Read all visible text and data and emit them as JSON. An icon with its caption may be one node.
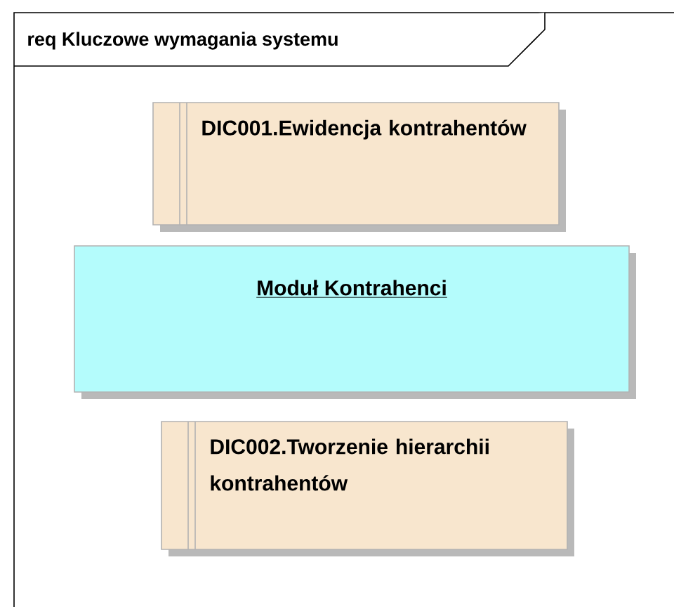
{
  "diagram": {
    "title": "req Kluczowe wymagania systemu",
    "nodes": [
      {
        "text": [
          "DIC001.Ewidencja kontrahentów"
        ]
      },
      {
        "text": [
          "Moduł Kontrahenci"
        ]
      },
      {
        "text": [
          "DIC002.Tworzenie hierarchii kontrahentów"
        ]
      }
    ]
  }
}
